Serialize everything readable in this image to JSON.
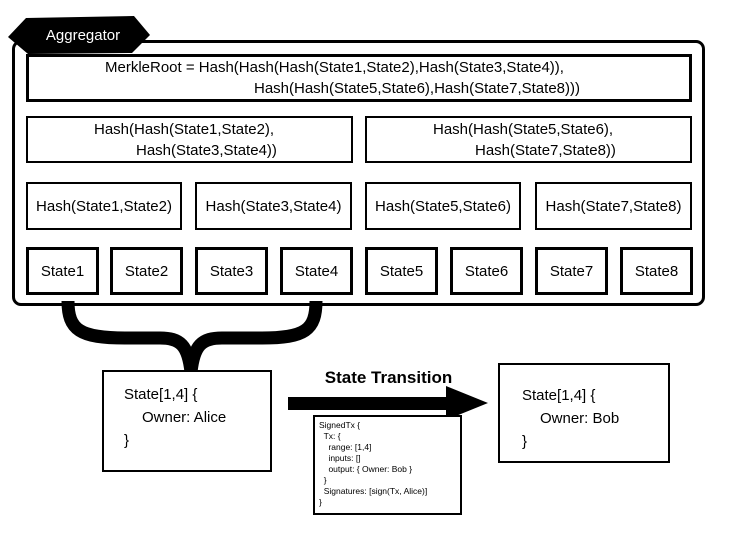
{
  "aggregator": {
    "label": "Aggregator",
    "merkle_root": {
      "line1": "MerkleRoot = Hash(Hash(Hash(State1,State2),Hash(State3,State4)),",
      "line2": "Hash(Hash(State5,State6),Hash(State7,State8)))"
    },
    "level2": [
      {
        "line1": "Hash(Hash(State1,State2),",
        "line2": "Hash(State3,State4))"
      },
      {
        "line1": "Hash(Hash(State5,State6),",
        "line2": "Hash(State7,State8))"
      }
    ],
    "level3": [
      "Hash(State1,State2)",
      "Hash(State3,State4)",
      "Hash(State5,State6)",
      "Hash(State7,State8)"
    ],
    "states": [
      "State1",
      "State2",
      "State3",
      "State4",
      "State5",
      "State6",
      "State7",
      "State8"
    ]
  },
  "before_state": {
    "line1": "State[1,4] {",
    "line2": "Owner: Alice",
    "line3": "}"
  },
  "after_state": {
    "line1": "State[1,4] {",
    "line2": "Owner: Bob",
    "line3": "}"
  },
  "transition": {
    "label": "State Transition"
  },
  "signed_tx": {
    "lines": [
      "SignedTx {",
      "  Tx: {",
      "    range: [1,4]",
      "    inputs: []",
      "    output: { Owner: Bob }",
      "  }",
      "  Signatures: [sign(Tx, Alice)]",
      "}"
    ]
  }
}
